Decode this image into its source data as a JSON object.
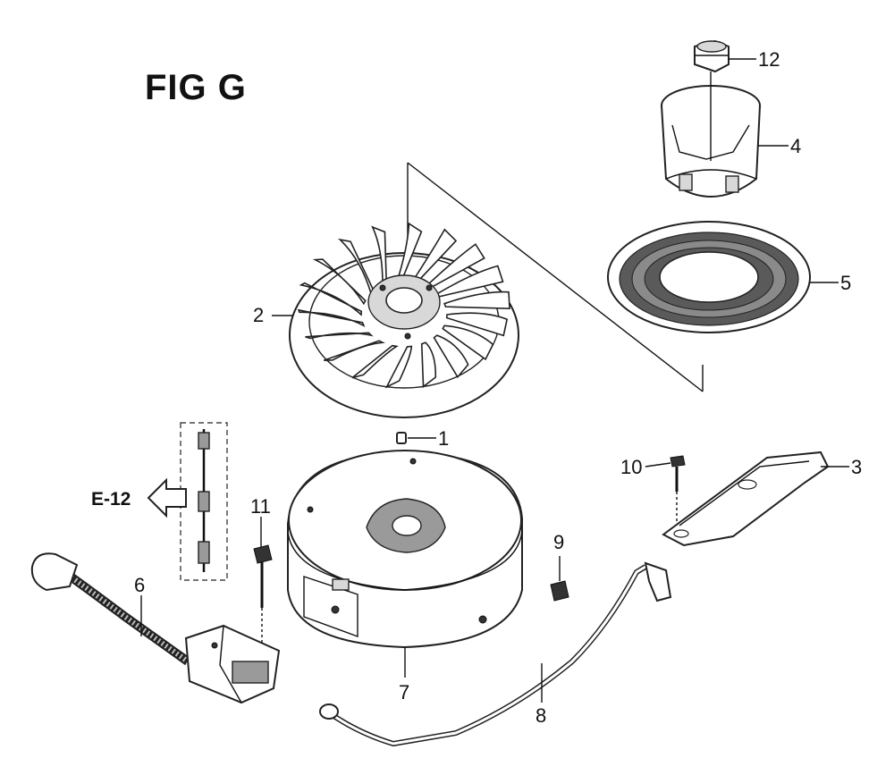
{
  "figure": {
    "title": "FIG G",
    "reference": "E-12"
  },
  "callouts": [
    {
      "id": "1",
      "label": "1"
    },
    {
      "id": "2",
      "label": "2"
    },
    {
      "id": "3",
      "label": "3"
    },
    {
      "id": "4",
      "label": "4"
    },
    {
      "id": "5",
      "label": "5"
    },
    {
      "id": "6",
      "label": "6"
    },
    {
      "id": "7",
      "label": "7"
    },
    {
      "id": "8",
      "label": "8"
    },
    {
      "id": "9",
      "label": "9"
    },
    {
      "id": "10",
      "label": "10"
    },
    {
      "id": "11",
      "label": "11"
    },
    {
      "id": "12",
      "label": "12"
    }
  ],
  "colors": {
    "line": "#111111",
    "background": "#ffffff"
  }
}
